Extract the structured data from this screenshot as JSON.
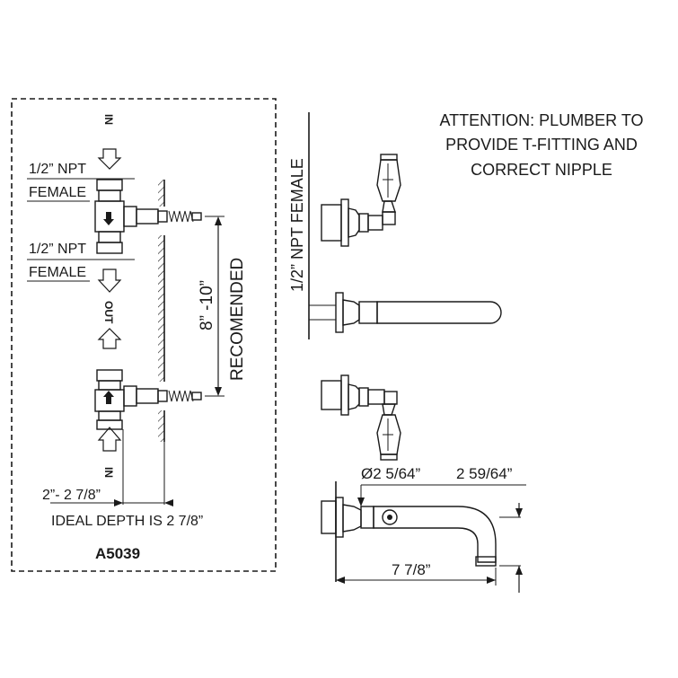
{
  "labels": {
    "in_top": "IN",
    "out": "OUT",
    "in_bottom": "IN",
    "npt_top_line1": "1/2” NPT",
    "npt_top_line2": "FEMALE",
    "npt_mid_line1": "1/2” NPT",
    "npt_mid_line2": "FEMALE",
    "spacing": "8” -10”",
    "recommended": "RECOMENDED",
    "depth_range": "2”- 2 7/8”",
    "ideal_depth": "IDEAL DEPTH IS 2 7/8”",
    "model": "A5039",
    "npt_vertical": "1/2” NPT FEMALE",
    "attention_line1": "ATTENTION: PLUMBER TO",
    "attention_line2": "PROVIDE T-FITTING AND",
    "attention_line3": "CORRECT NIPPLE",
    "diameter": "Ø2 5/64”",
    "spout_height": "2 59/64”",
    "spout_length": "7 7/8”"
  }
}
